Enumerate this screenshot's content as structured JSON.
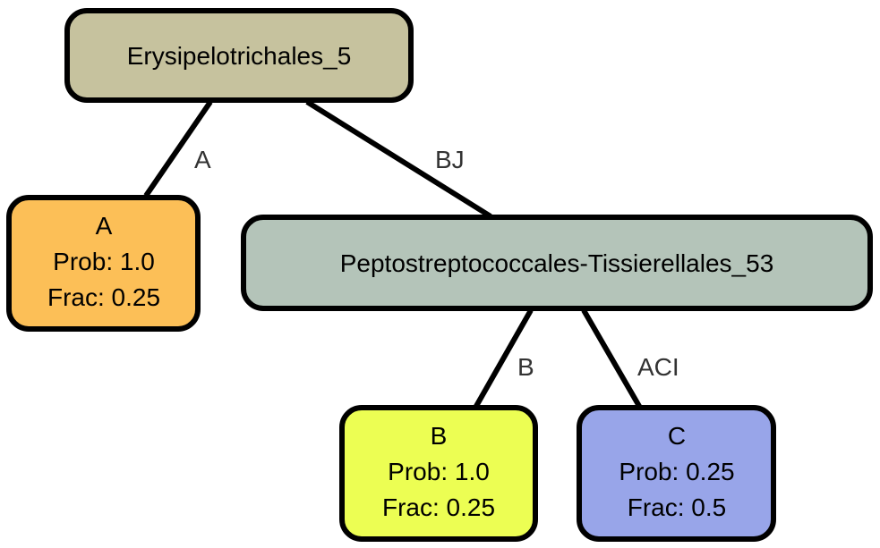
{
  "nodes": {
    "root": {
      "label": "Erysipelotrichales_5",
      "fill": "#c6c29e"
    },
    "mid": {
      "label": "Peptostreptococcales-Tissierellales_53",
      "fill": "#b4c4b9"
    },
    "a": {
      "title": "A",
      "prob": "Prob: 1.0",
      "frac": "Frac: 0.25",
      "fill": "#fcbf57"
    },
    "b": {
      "title": "B",
      "prob": "Prob: 1.0",
      "frac": "Frac: 0.25",
      "fill": "#ecfe53"
    },
    "c": {
      "title": "C",
      "prob": "Prob: 0.25",
      "frac": "Frac: 0.5",
      "fill": "#98a5e9"
    }
  },
  "edges": {
    "root_a": {
      "label": "A"
    },
    "root_mid": {
      "label": "BJ"
    },
    "mid_b": {
      "label": "B"
    },
    "mid_c": {
      "label": "ACI"
    }
  }
}
